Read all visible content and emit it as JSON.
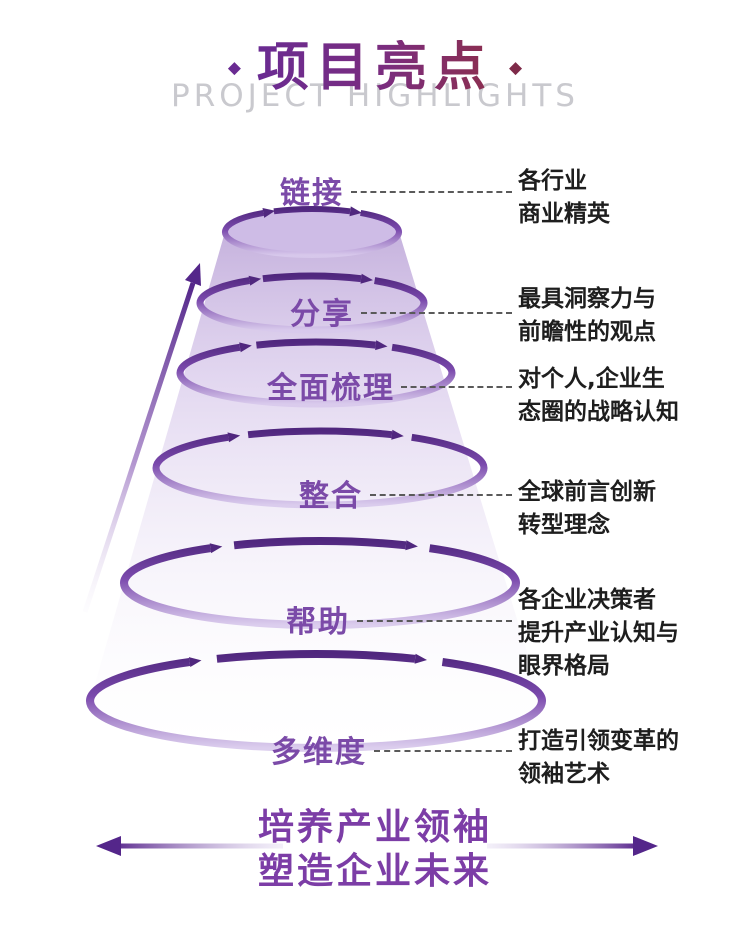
{
  "header": {
    "title": "项目亮点",
    "subtitle": "PROJECT HIGHLIGHTS"
  },
  "icons": {
    "left_diamond": "◆",
    "right_diamond": "◆"
  },
  "funnel": {
    "levels": [
      {
        "label": "链接",
        "desc_lines": [
          "各行业",
          "商业精英"
        ]
      },
      {
        "label": "分享",
        "desc_lines": [
          "最具洞察力与",
          "前瞻性的观点"
        ]
      },
      {
        "label": "全面梳理",
        "desc_lines": [
          "对个人,企业生",
          "态圈的战略认知"
        ]
      },
      {
        "label": "整合",
        "desc_lines": [
          "全球前言创新",
          "转型理念"
        ]
      },
      {
        "label": "帮助",
        "desc_lines": [
          "各企业决策者",
          "提升产业认知与",
          "眼界格局"
        ]
      },
      {
        "label": "多维度",
        "desc_lines": [
          "打造引领变革的",
          "领袖艺术"
        ]
      }
    ]
  },
  "footer": {
    "line1": "培养产业领袖",
    "line2": "塑造企业未来"
  },
  "colors": {
    "title_gradient_start": "#6a2b92",
    "title_gradient_end": "#8c2e4e",
    "subtitle_gray": "#c9c9ce",
    "ring_dark_purple": "#50277e",
    "ring_light_purple": "#d8c9ec",
    "label_purple": "#7b4aa8",
    "description_text": "#1e1e1e",
    "footer_purple": "#7c3da6"
  }
}
